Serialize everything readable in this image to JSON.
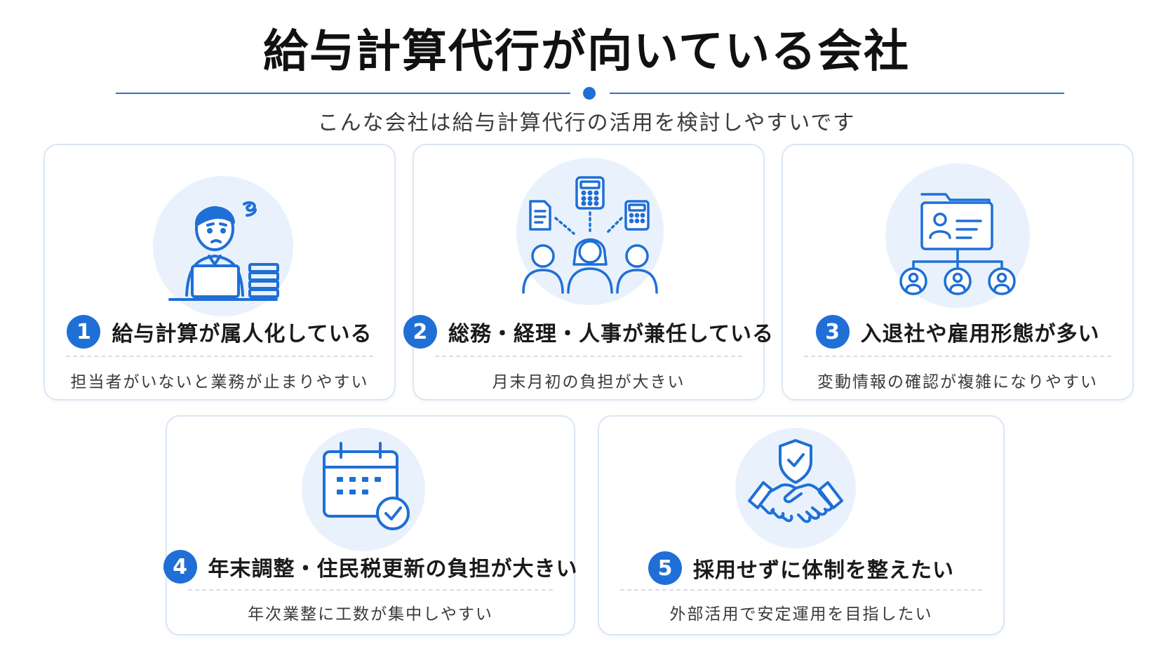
{
  "title": "給与計算代行が向いている会社",
  "subtitle": "こんな会社は給与計算代行の活用を検討しやすいです",
  "colors": {
    "accent": "#1f6fd6",
    "icon_bg": "#e9f2fc",
    "card_border": "#dbe6f4"
  },
  "cards": [
    {
      "number": "1",
      "heading": "給与計算が属人化している",
      "description": "担当者がいないと業務が止まりやすい",
      "icon": "worried-worker-at-laptop-icon"
    },
    {
      "number": "2",
      "heading": "総務・経理・人事が兼任している",
      "description": "月末月初の負担が大きい",
      "icon": "three-people-with-documents-icon"
    },
    {
      "number": "3",
      "heading": "入退社や雇用形態が多い",
      "description": "変動情報の確認が複雑になりやすい",
      "icon": "employee-card-org-chart-icon"
    },
    {
      "number": "4",
      "heading": "年末調整・住民税更新の負担が大きい",
      "description": "年次業整に工数が集中しやすい",
      "icon": "calendar-check-icon"
    },
    {
      "number": "5",
      "heading": "採用せずに体制を整えたい",
      "description": "外部活用で安定運用を目指したい",
      "icon": "handshake-shield-icon"
    }
  ]
}
